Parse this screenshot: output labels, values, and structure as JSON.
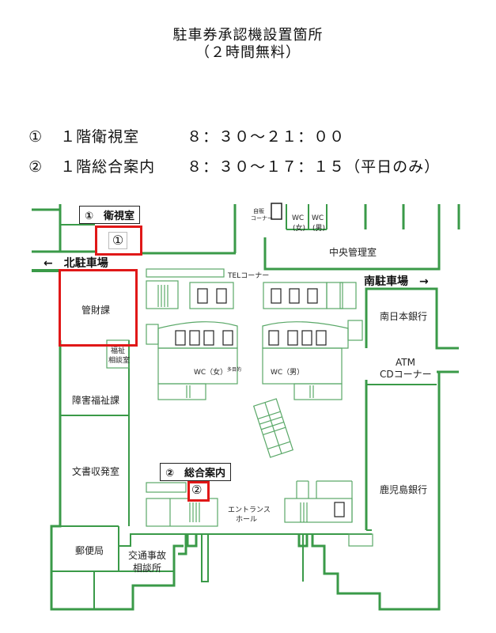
{
  "header": {
    "title": "駐車券承認機設置箇所",
    "subtitle": "（２時間無料）"
  },
  "locations": [
    {
      "num": "①",
      "name": "１階衛視室",
      "hours": "８：３０～２１：００",
      "note": ""
    },
    {
      "num": "②",
      "name": "１階総合案内",
      "hours": "８：３０～１７：１５",
      "note": "（平日のみ）"
    }
  ],
  "map": {
    "callouts": [
      {
        "label": "①　衛視室",
        "marker": "①"
      },
      {
        "label": "②　総合案内",
        "marker": "②"
      }
    ],
    "parking": {
      "north": "←　北駐車場",
      "south": "南駐車場　→"
    },
    "rooms": {
      "kanzaika": "管財課",
      "fukushi_1": "福祉",
      "fukushi_2": "相談室",
      "shogai": "障害福祉課",
      "bunsho": "文書収発室",
      "yubin": "郵便局",
      "kotsu_1": "交通事故",
      "kotsu_2": "相談所",
      "chuo": "中央管理室",
      "minaminihon": "南日本銀行",
      "atm_1": "ATM",
      "atm_2": "CDコーナー",
      "kagoshima": "鹿児島銀行",
      "entrance_1": "エントランス",
      "entrance_2": "ホール",
      "wc_f": "WC（女）",
      "wc_m": "WC（男）",
      "wc_f_top": "WC",
      "wc_f_top2": "(女)",
      "wc_m_top": "WC",
      "wc_m_top2": "(男)",
      "tel": "TELコーナー",
      "vending_1": "自販",
      "vending_2": "コーナー",
      "wc_multi": "多目的"
    },
    "colors": {
      "wall": "#3a9a48",
      "thin_wall": "#5aa868",
      "marker": "#e01818"
    }
  }
}
